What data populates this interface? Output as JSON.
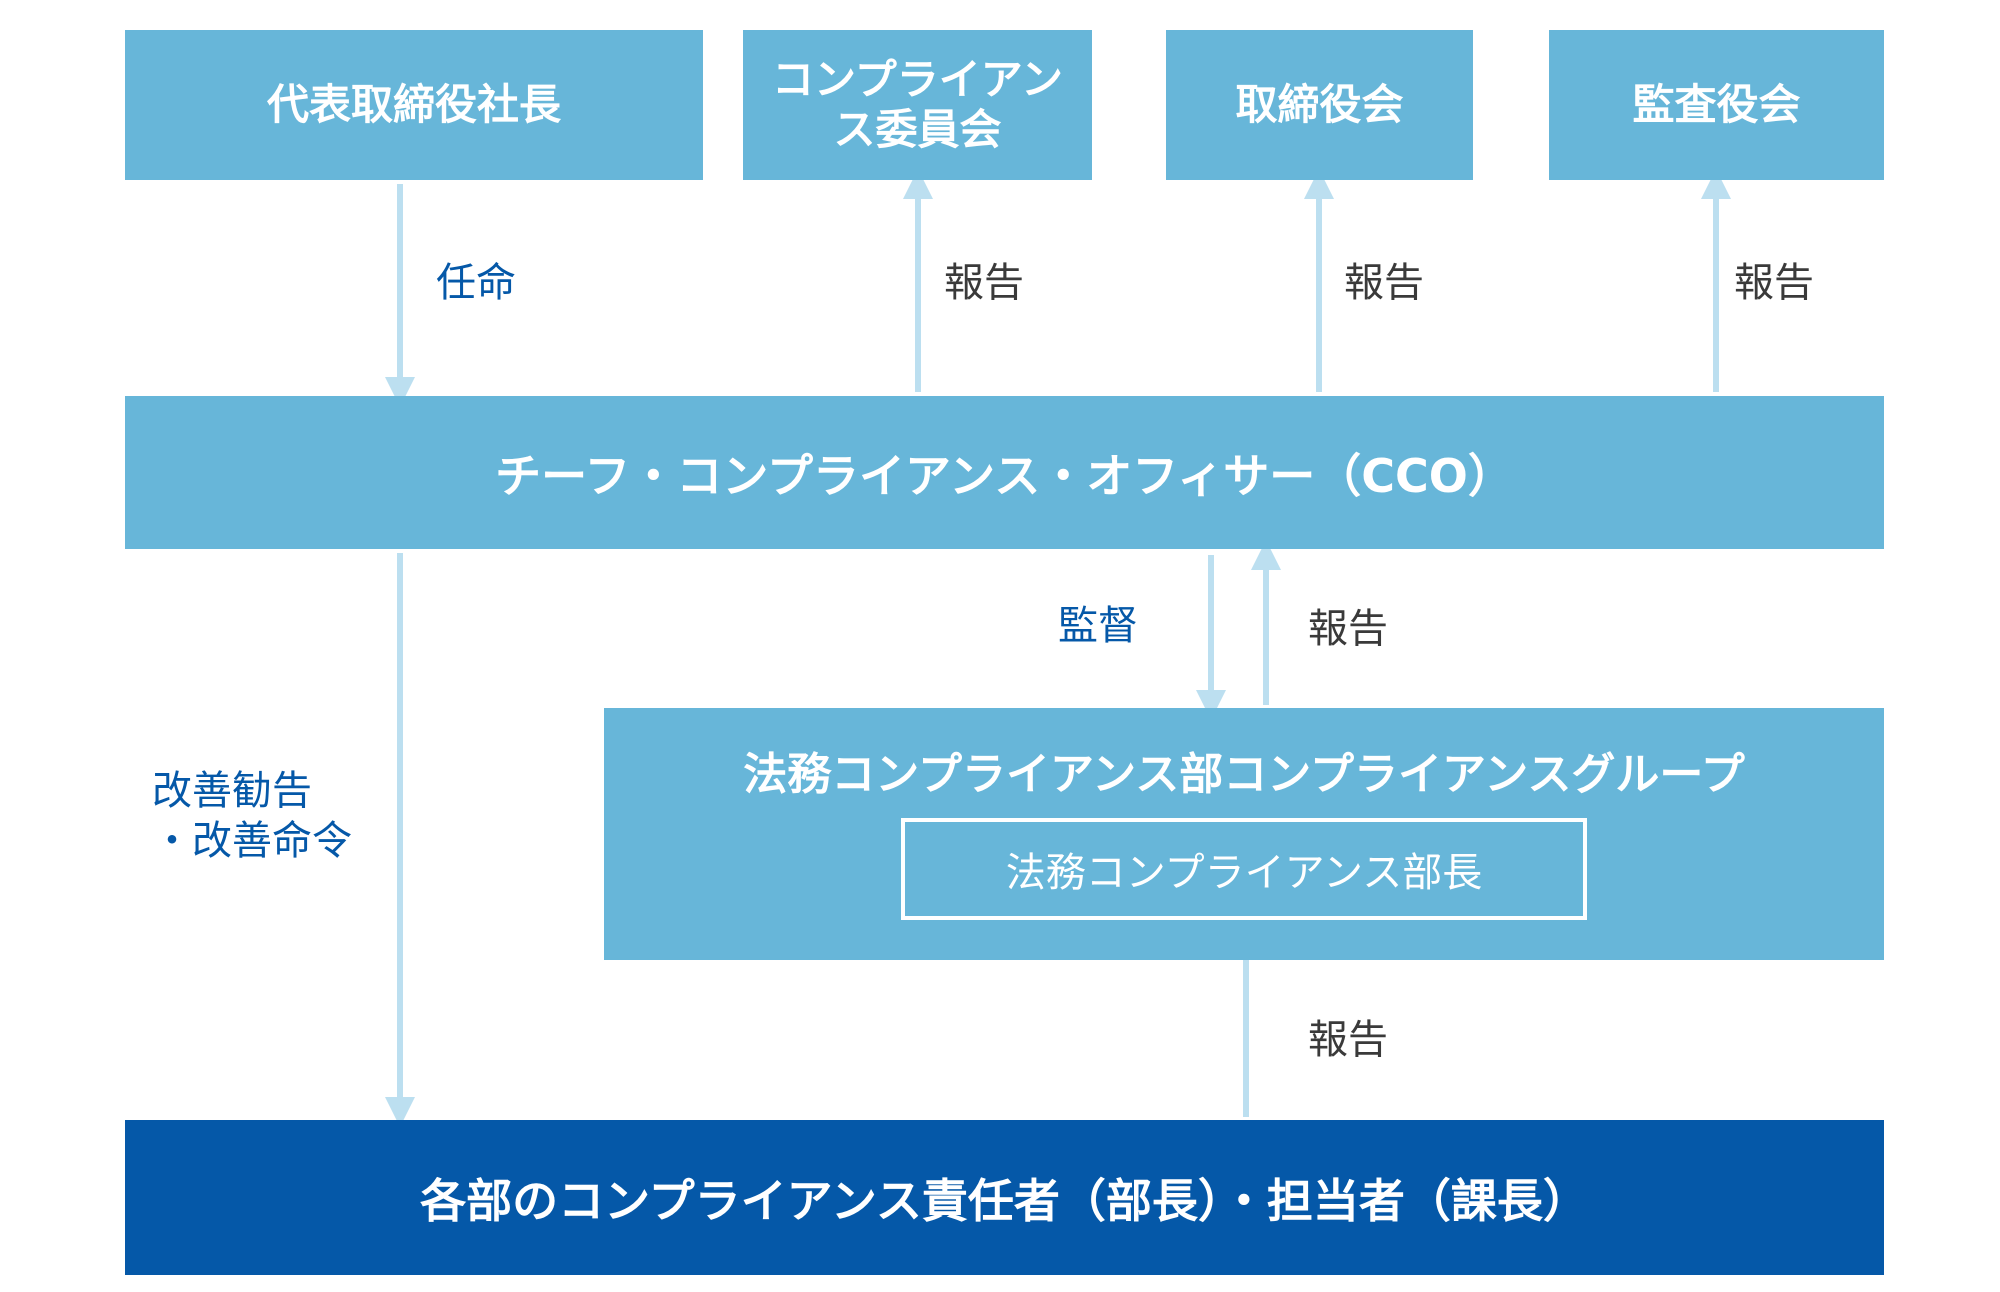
{
  "top_boxes": {
    "president": "代表取締役社長",
    "compliance_committee": "コンプライアンス委員会",
    "board": "取締役会",
    "audit_board": "監査役会"
  },
  "cco": "チーフ・コンプライアンス・オフィサー（CCO）",
  "legal_group": {
    "title": "法務コンプライアンス部コンプライアンスグループ",
    "head": "法務コンプライアンス部長"
  },
  "bottom": "各部のコンプライアンス責任者（部長）・担当者（課長）",
  "labels": {
    "appoint": "任命",
    "report": "報告",
    "supervise": "監督",
    "improve_1": "改善勧告",
    "improve_2": "・改善命令"
  },
  "colors": {
    "box": "#67b6d9",
    "bottom_box": "#0558a8",
    "arrow": "#bcdff0",
    "blue_text": "#0558a8",
    "dark_text": "#3a3a3a"
  }
}
